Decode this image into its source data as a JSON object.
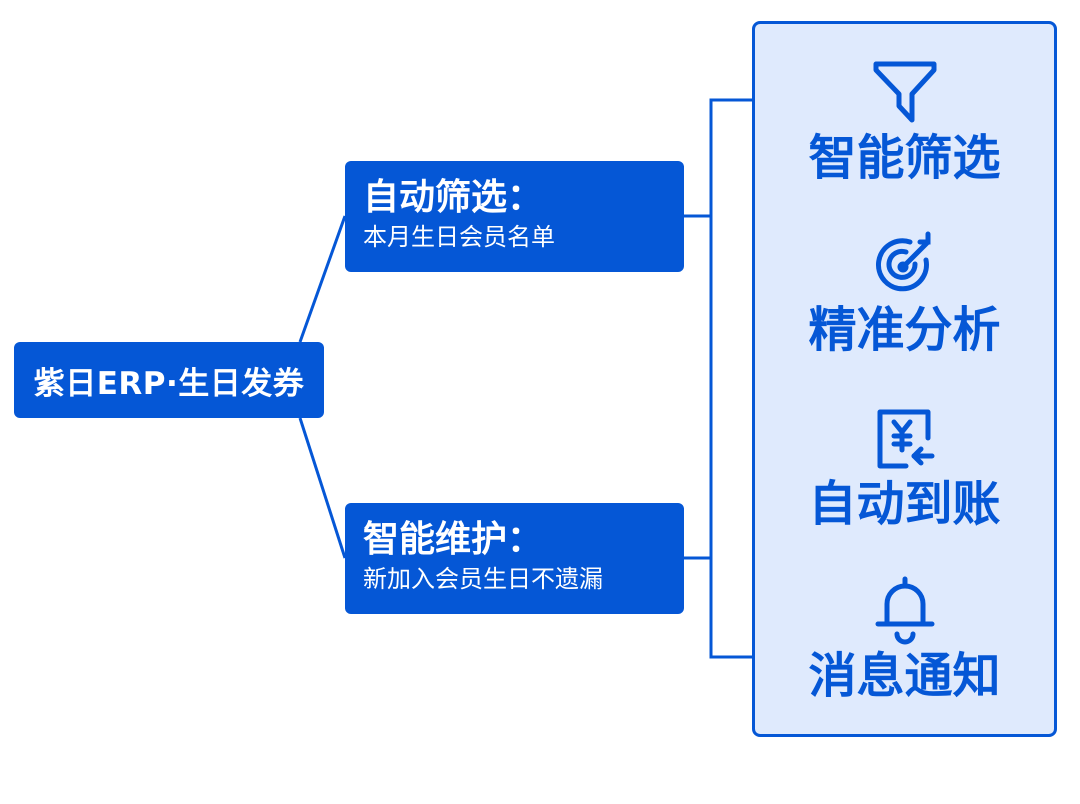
{
  "colors": {
    "primary": "#0557d6",
    "panel_background": "#dfeafd",
    "text_on_primary": "#ffffff"
  },
  "root": {
    "title": "紫日ERP·生日发券"
  },
  "branches": [
    {
      "title": "自动筛选：",
      "description": "本月生日会员名单"
    },
    {
      "title": "智能维护：",
      "description": "新加入会员生日不遗漏"
    }
  ],
  "features": [
    {
      "icon": "filter-icon",
      "label": "智能筛选"
    },
    {
      "icon": "target-icon",
      "label": "精准分析"
    },
    {
      "icon": "yen-transfer-icon",
      "label": "自动到账"
    },
    {
      "icon": "bell-icon",
      "label": "消息通知"
    }
  ]
}
